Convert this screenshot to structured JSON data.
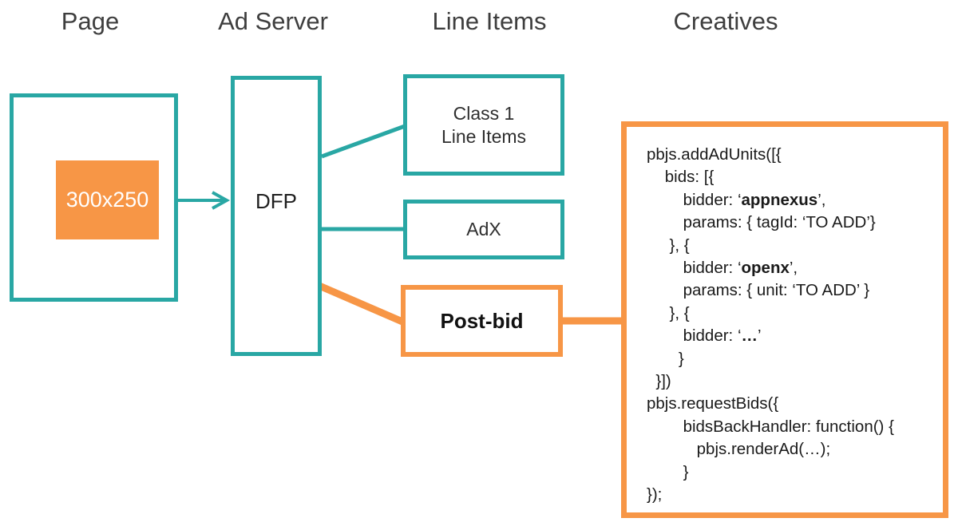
{
  "colors": {
    "teal": "#29a7a4",
    "orange": "#f79646",
    "header_text": "#3e3e3e",
    "code_text": "#1a1a1a",
    "ad_slot_text": "#ffffff"
  },
  "headers": {
    "page": "Page",
    "ad_server": "Ad Server",
    "line_items": "Line Items",
    "creatives": "Creatives"
  },
  "page_column": {
    "ad_slot_label": "300x250"
  },
  "ad_server_column": {
    "dfp_label": "DFP"
  },
  "line_items_column": {
    "class1_line1": "Class 1",
    "class1_line2": "Line Items",
    "adx_label": "AdX",
    "postbid_label": "Post-bid"
  },
  "creatives_column": {
    "code_lines": [
      [
        {
          "t": "pbjs.addAdUnits([{"
        }
      ],
      [
        {
          "t": "    bids: [{"
        }
      ],
      [
        {
          "t": "        bidder: ‘"
        },
        {
          "t": "appnexus",
          "b": true
        },
        {
          "t": "’,"
        }
      ],
      [
        {
          "t": "        params: { tagId: ‘TO ADD’}"
        }
      ],
      [
        {
          "t": "     }, {"
        }
      ],
      [
        {
          "t": "        bidder: ‘"
        },
        {
          "t": "openx",
          "b": true
        },
        {
          "t": "’,"
        }
      ],
      [
        {
          "t": "        params: { unit: ‘TO ADD’ }"
        }
      ],
      [
        {
          "t": "     }, {"
        }
      ],
      [
        {
          "t": "        bidder: ‘"
        },
        {
          "t": "…",
          "b": true
        },
        {
          "t": "’"
        }
      ],
      [
        {
          "t": "       }"
        }
      ],
      [
        {
          "t": "  }])"
        }
      ],
      [
        {
          "t": "pbjs.requestBids({"
        }
      ],
      [
        {
          "t": "        bidsBackHandler: function() {"
        }
      ],
      [
        {
          "t": "           pbjs.renderAd(…);"
        }
      ],
      [
        {
          "t": "        }"
        }
      ],
      [
        {
          "t": "});"
        }
      ]
    ]
  }
}
